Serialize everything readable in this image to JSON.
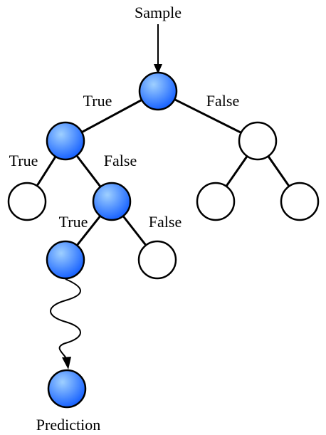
{
  "diagram": {
    "input_label": "Sample",
    "output_label": "Prediction",
    "colors": {
      "active_node": "#1560ff",
      "active_node_highlight": "#9fd0ff",
      "inactive_node": "#ffffff",
      "line": "#000000"
    },
    "nodes": [
      {
        "id": "root",
        "state": "active"
      },
      {
        "id": "root-true",
        "state": "active"
      },
      {
        "id": "root-false",
        "state": "inactive"
      },
      {
        "id": "rt-true-leaf",
        "state": "inactive"
      },
      {
        "id": "rt-false",
        "state": "active"
      },
      {
        "id": "rf-left-leaf",
        "state": "inactive"
      },
      {
        "id": "rf-right-leaf",
        "state": "inactive"
      },
      {
        "id": "rtf-true",
        "state": "active"
      },
      {
        "id": "rtf-false-leaf",
        "state": "inactive"
      },
      {
        "id": "prediction",
        "state": "active"
      }
    ],
    "branch_labels": {
      "root_true": "True",
      "root_false": "False",
      "rt_true": "True",
      "rt_false": "False",
      "rtf_true": "True",
      "rtf_false": "False"
    }
  }
}
